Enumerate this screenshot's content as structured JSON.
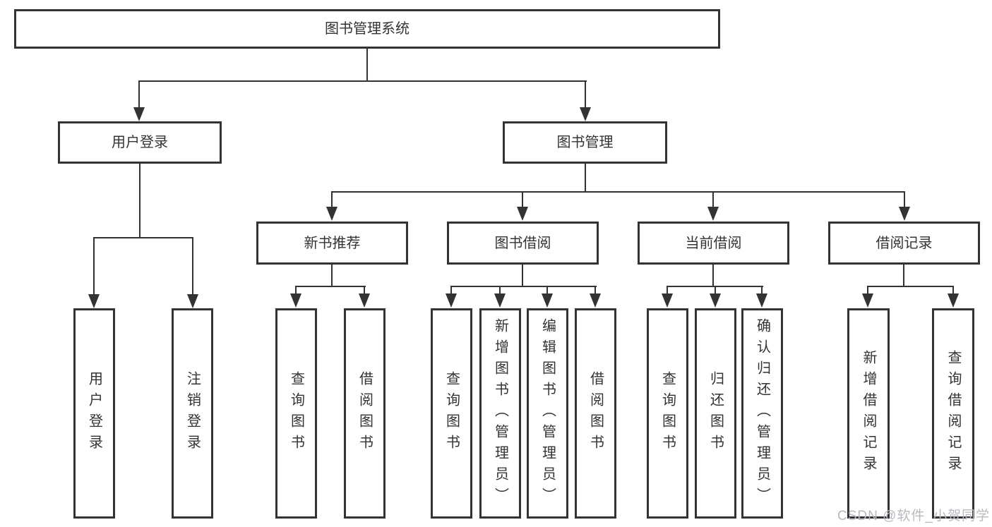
{
  "diagram": {
    "root": {
      "label": "图书管理系统"
    },
    "branches": [
      {
        "label": "用户登录",
        "children": [
          {
            "label": "用户登录"
          },
          {
            "label": "注销登录"
          }
        ]
      },
      {
        "label": "图书管理",
        "children": [
          {
            "label": "新书推荐",
            "children": [
              {
                "label": "查询图书"
              },
              {
                "label": "借阅图书"
              }
            ]
          },
          {
            "label": "图书借阅",
            "children": [
              {
                "label": "查询图书"
              },
              {
                "label": "新增图书（管理员）"
              },
              {
                "label": "编辑图书（管理员）"
              },
              {
                "label": "借阅图书"
              }
            ]
          },
          {
            "label": "当前借阅",
            "children": [
              {
                "label": "查询图书"
              },
              {
                "label": "归还图书"
              },
              {
                "label": "确认归还（管理员）"
              }
            ]
          },
          {
            "label": "借阅记录",
            "children": [
              {
                "label": "新增借阅记录"
              },
              {
                "label": "查询借阅记录"
              }
            ]
          }
        ]
      }
    ],
    "watermark": "CSDN @软件_小贺同学",
    "colors": {
      "line": "#333333",
      "text": "#333333",
      "watermark": "#b6bac0",
      "background": "#ffffff"
    }
  }
}
